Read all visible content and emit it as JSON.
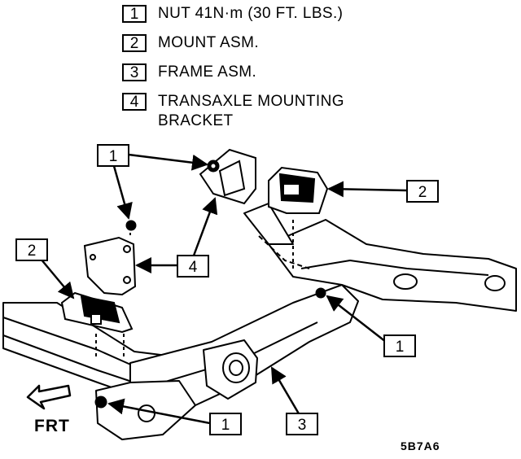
{
  "legend": [
    {
      "number": "1",
      "text": "NUT 41N·m (30 FT. LBS.)"
    },
    {
      "number": "2",
      "text": "MOUNT ASM."
    },
    {
      "number": "3",
      "text": "FRAME ASM."
    },
    {
      "number": "4",
      "text": "TRANSAXLE MOUNTING BRACKET"
    }
  ],
  "callouts": {
    "nut_top": "1",
    "nut_bracket": "1",
    "nut_right": "1",
    "nut_bottom": "1",
    "mount_right": "2",
    "mount_left": "2",
    "frame": "3",
    "bracket_left": "4",
    "bracket_top": "4"
  },
  "direction_label": "FRT",
  "figure_code": "5B7A6",
  "icons": {
    "direction_arrow": "arrow-forward-left-icon"
  }
}
